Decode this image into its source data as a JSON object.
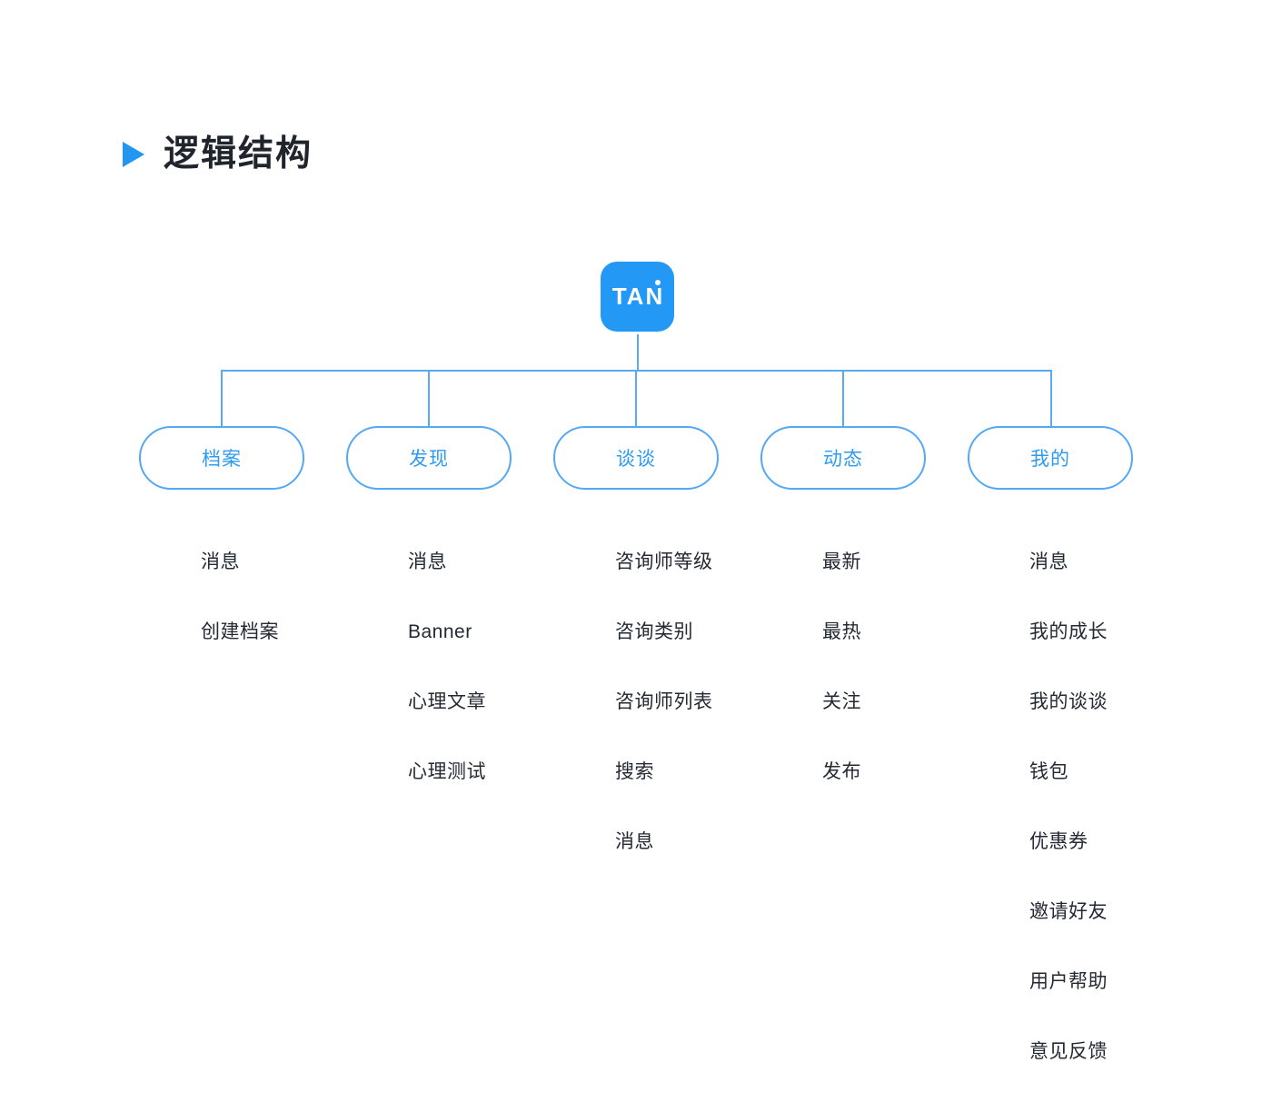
{
  "title": {
    "text": "逻辑结构"
  },
  "logo": {
    "text": "TAN"
  },
  "colors": {
    "accent_blue": "#2196F3",
    "logo_background": "#2398F4",
    "pill_border": "#55A8F5",
    "pill_text": "#2E9BF3",
    "connector_line": "#5AA9F3",
    "item_text": "#242A33",
    "title_text": "#20242C",
    "background": "#ffffff"
  },
  "tree": {
    "branches": [
      {
        "label": "档案",
        "children": [
          "消息",
          "创建档案"
        ]
      },
      {
        "label": "发现",
        "children": [
          "消息",
          "Banner",
          "心理文章",
          "心理测试"
        ]
      },
      {
        "label": "谈谈",
        "children": [
          "咨询师等级",
          "咨询类别",
          "咨询师列表",
          "搜索",
          "消息"
        ]
      },
      {
        "label": "动态",
        "children": [
          "最新",
          "最热",
          "关注",
          "发布"
        ]
      },
      {
        "label": "我的",
        "children": [
          "消息",
          "我的成长",
          "我的谈谈",
          "钱包",
          "优惠券",
          "邀请好友",
          "用户帮助",
          "意见反馈"
        ]
      }
    ]
  }
}
